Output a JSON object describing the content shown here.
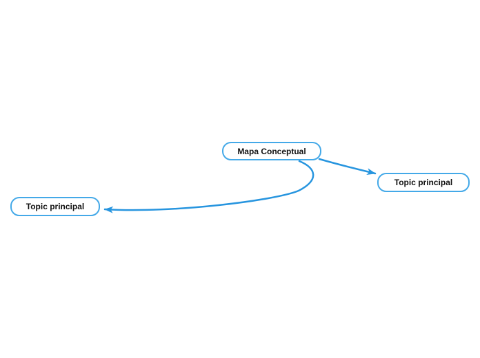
{
  "nodes": [
    {
      "id": "root",
      "label": "Mapa Conceptual",
      "role": "root-topic"
    },
    {
      "id": "topic-right",
      "label": "Topic principal",
      "role": "main-topic"
    },
    {
      "id": "topic-left",
      "label": "Topic principal",
      "role": "main-topic"
    }
  ],
  "connectors": [
    {
      "from": "root",
      "to": "topic-right",
      "style": "arrow"
    },
    {
      "from": "root",
      "to": "topic-left",
      "style": "arrow"
    }
  ],
  "colors": {
    "canvas_background": "#ffffff",
    "node_background": "#ffffff",
    "node_border": "#44a9e8",
    "node_text": "#111111",
    "connector": "#2795df"
  }
}
